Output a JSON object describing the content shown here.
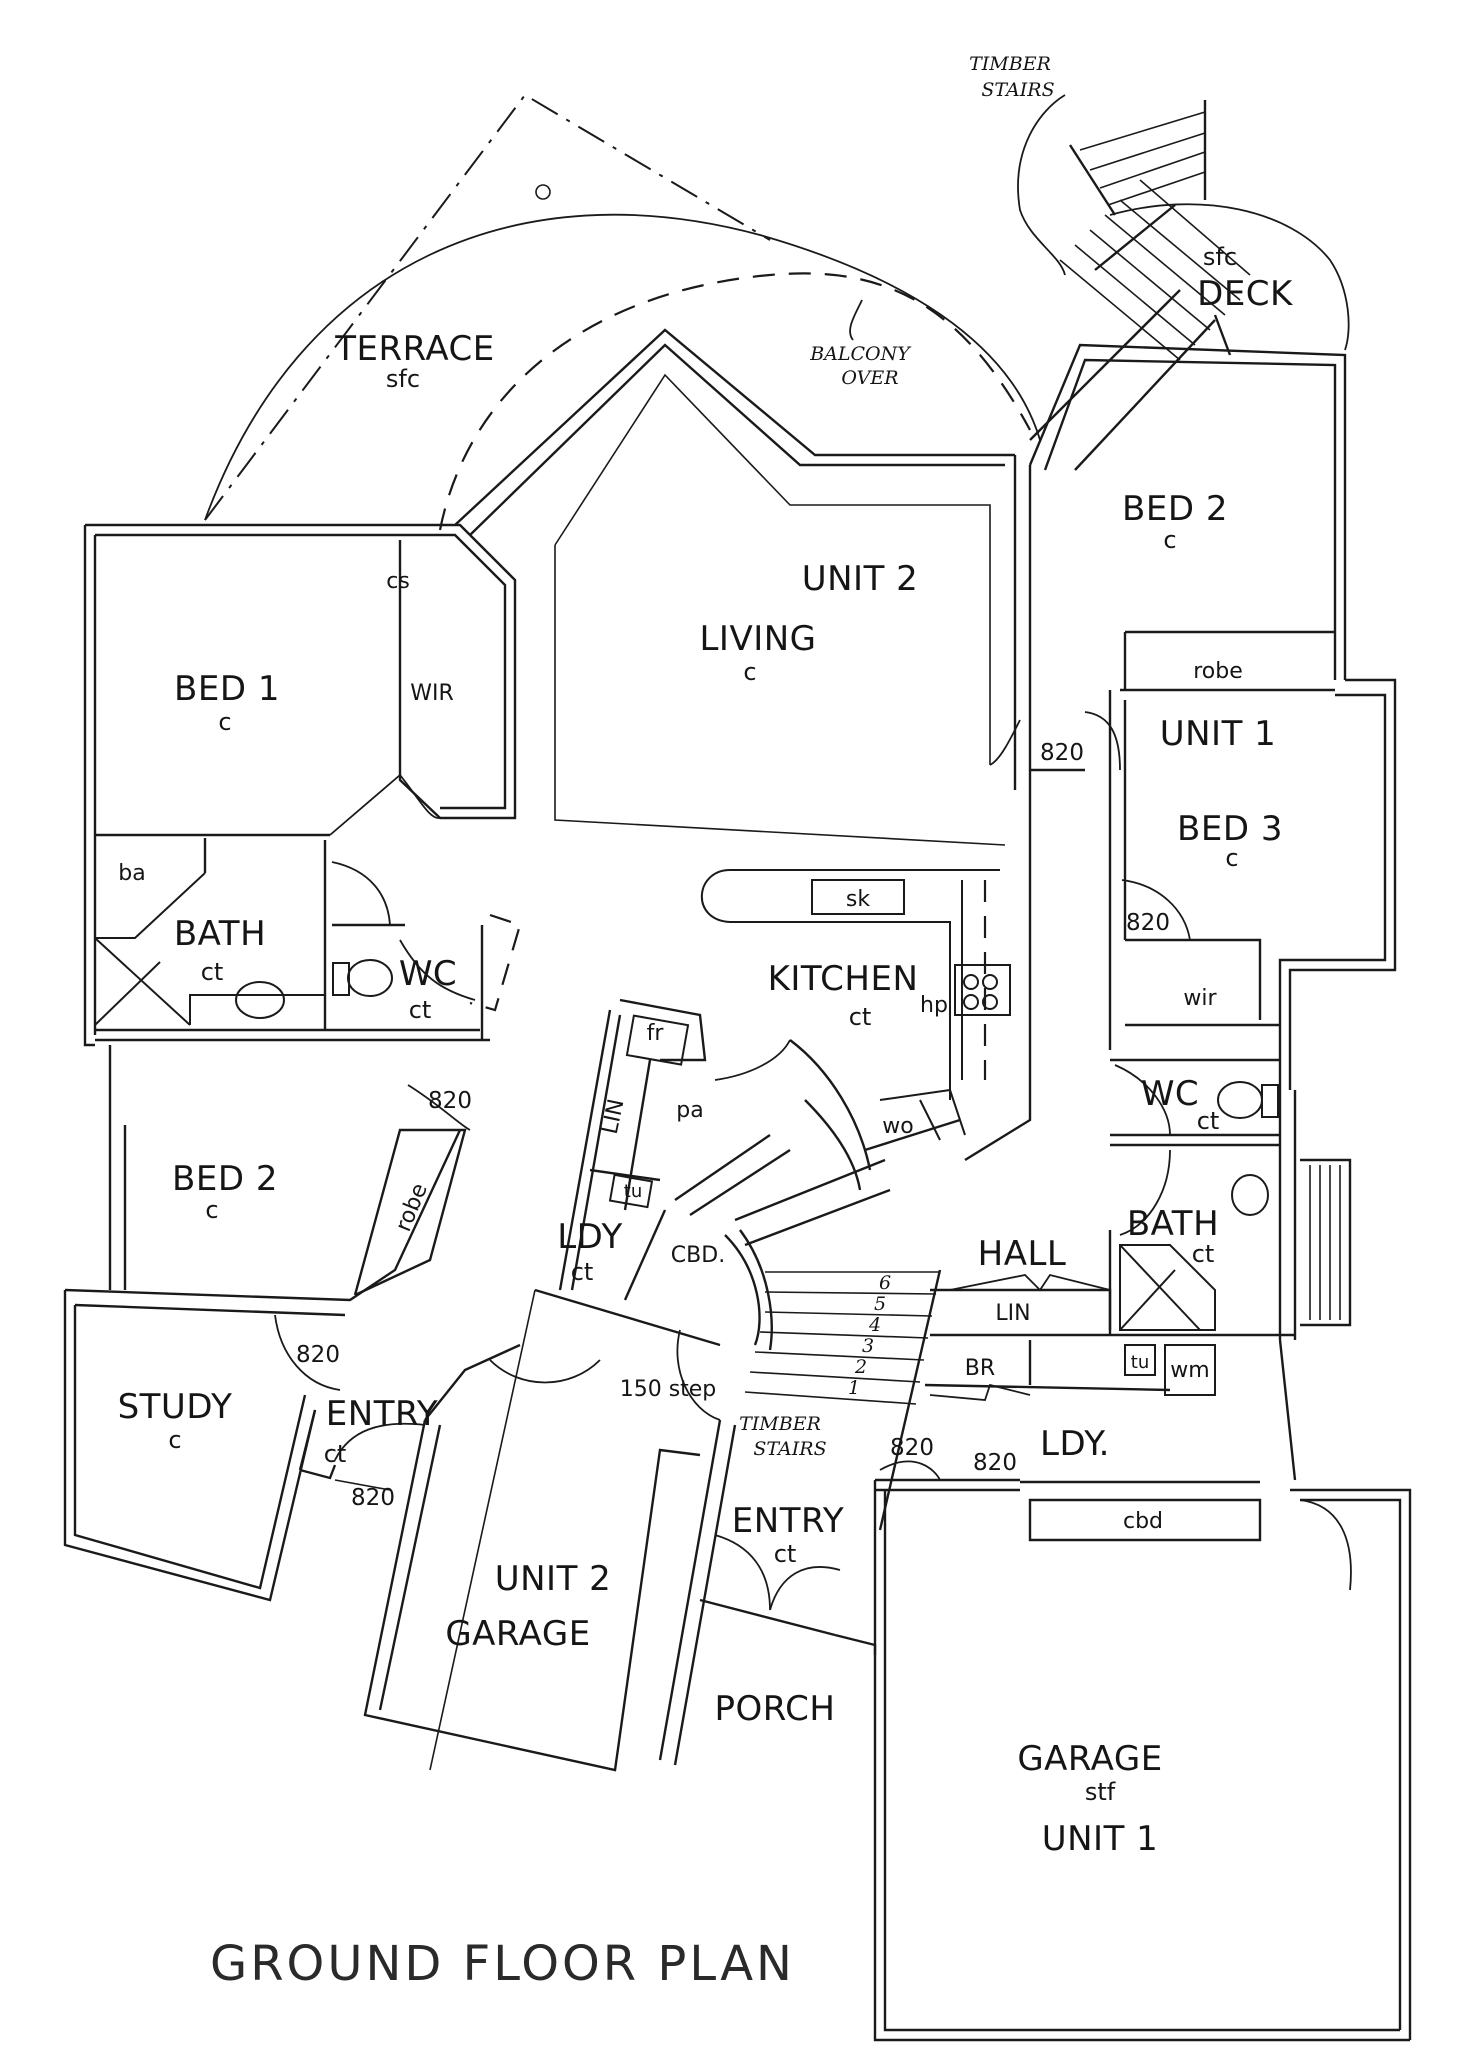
{
  "title": "GROUND FLOOR PLAN",
  "annotations": {
    "timber_stairs_top": [
      "TIMBER",
      "STAIRS"
    ],
    "timber_stairs_mid": [
      "TIMBER",
      "STAIRS"
    ],
    "balcony_over": [
      "BALCONY",
      "OVER"
    ],
    "step_note": "150 step"
  },
  "rooms": {
    "terrace": {
      "name": "TERRACE",
      "finish": "sfc"
    },
    "deck": {
      "name": "DECK",
      "finish": "sfc"
    },
    "bed1": {
      "name": "BED 1",
      "finish": "c"
    },
    "wir_u2": {
      "name": "WIR"
    },
    "cs": {
      "name": "cs"
    },
    "living": {
      "unit": "UNIT 2",
      "name": "LIVING",
      "finish": "c"
    },
    "bed2_u1": {
      "name": "BED 2",
      "finish": "c"
    },
    "robe_u1": {
      "name": "robe"
    },
    "bed3": {
      "unit": "UNIT 1",
      "name": "BED 3",
      "finish": "c"
    },
    "wir_u1": {
      "name": "wir"
    },
    "bath_u2": {
      "name": "BATH",
      "finish": "ct",
      "fixture": "ba"
    },
    "wc_u2": {
      "name": "WC",
      "finish": "ct"
    },
    "kitchen": {
      "name": "KITCHEN",
      "finish": "ct",
      "sink": "sk",
      "hotplate": "hp",
      "wall_oven": "wo"
    },
    "fridge": {
      "name": "fr"
    },
    "linen_u2": {
      "name": "LIN"
    },
    "pantry": {
      "name": "pa"
    },
    "tub_u2": {
      "name": "tu"
    },
    "ldy_u2": {
      "name": "LDY",
      "finish": "ct"
    },
    "cbd_u2": {
      "name": "CBD."
    },
    "bed2_u2": {
      "name": "BED 2",
      "finish": "c"
    },
    "robe_u2": {
      "name": "robe"
    },
    "wc_u1": {
      "name": "WC",
      "finish": "ct"
    },
    "bath_u1": {
      "name": "BATH",
      "finish": "ct"
    },
    "hall": {
      "name": "HALL"
    },
    "linen_u1": {
      "name": "LIN"
    },
    "br": {
      "name": "BR"
    },
    "tub_u1": {
      "name": "tu"
    },
    "wm": {
      "name": "wm"
    },
    "ldy_u1": {
      "name": "LDY."
    },
    "cbd_u1": {
      "name": "cbd"
    },
    "study": {
      "name": "STUDY",
      "finish": "c"
    },
    "entry_u2": {
      "name": "ENTRY",
      "finish": "ct"
    },
    "garage_u2": {
      "unit": "UNIT 2",
      "name": "GARAGE"
    },
    "entry_u1": {
      "name": "ENTRY",
      "finish": "ct"
    },
    "porch": {
      "name": "PORCH"
    },
    "garage_u1": {
      "name": "GARAGE",
      "finish": "stf",
      "unit": "UNIT 1"
    }
  },
  "stair_numbers": [
    "6",
    "5",
    "4",
    "3",
    "2",
    "1"
  ],
  "door_widths": {
    "hall_u1": "820",
    "bed3": "820",
    "bed2_u2": "820",
    "study": "820",
    "entry_u2": "820",
    "ldy_u1_a": "820",
    "ldy_u1_b": "820"
  }
}
